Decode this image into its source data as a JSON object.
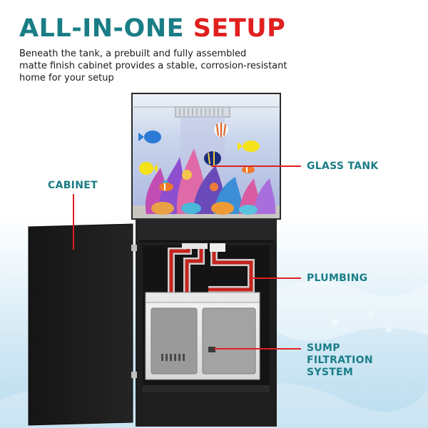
{
  "headline": {
    "main": "ALL-IN-ONE",
    "accent": "SETUP",
    "main_color": "#1a7d86",
    "accent_color": "#e0201f"
  },
  "subtitle": {
    "lines": [
      "Beneath the tank, a prebuilt and fully assembled",
      "matte finish cabinet provides a stable, corrosion-resistant",
      "home for your setup"
    ]
  },
  "callouts": {
    "glass_tank": {
      "lines": [
        "GLASS TANK"
      ]
    },
    "cabinet": {
      "lines": [
        "CABINET"
      ]
    },
    "plumbing": {
      "lines": [
        "PLUMBING"
      ]
    },
    "sump": {
      "lines": [
        "SUMP",
        "FILTRATION",
        "SYSTEM"
      ]
    }
  },
  "colors": {
    "teal": "#1a7d86",
    "red": "#e0201f",
    "cabinet": "#1e1e1e"
  }
}
